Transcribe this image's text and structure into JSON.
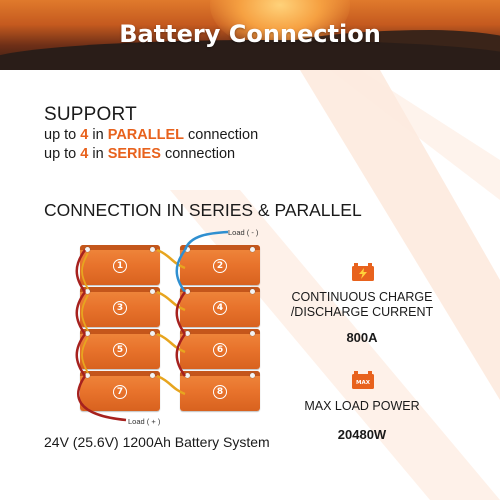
{
  "banner": {
    "title": "Battery Connection"
  },
  "support": {
    "heading": "SUPPORT",
    "line1": {
      "prefix": "up to",
      "count": "4",
      "mid": "in",
      "mode": "PARALLEL",
      "suffix": "connection"
    },
    "line2": {
      "prefix": "up to",
      "count": "4",
      "mid": "in",
      "mode": "SERIES",
      "suffix": "connection"
    }
  },
  "diagram": {
    "heading": "CONNECTION IN SERIES & PARALLEL",
    "batteries": [
      "1",
      "2",
      "3",
      "4",
      "5",
      "6",
      "7",
      "8"
    ],
    "load_negative": "Load ( - )",
    "load_positive": "Load ( + )",
    "caption": "24V (25.6V) 1200Ah Battery System"
  },
  "specs": {
    "charge": {
      "title_line1": "CONTINUOUS CHARGE",
      "title_line2": "/DISCHARGE CURRENT",
      "value": "800A",
      "icon_text": ""
    },
    "max_load": {
      "title": "MAX LOAD POWER",
      "value": "20480W",
      "icon_text": "MAX"
    }
  },
  "colors": {
    "accent": "#e8621d",
    "battery": "#e8732c",
    "wire_positive": "#a6211e",
    "wire_negative": "#2f8fd0",
    "wire_link": "#e7a51f"
  }
}
